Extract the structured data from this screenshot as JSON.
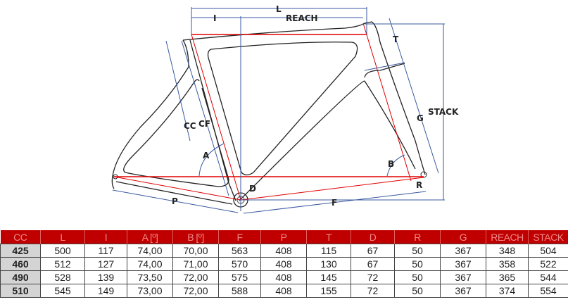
{
  "labels": {
    "L": "L",
    "I": "I",
    "REACH": "REACH",
    "T": "T",
    "STACK": "STACK",
    "G": "G",
    "CC": "CC",
    "CF": "CF",
    "A": "A",
    "B": "B",
    "D": "D",
    "R": "R",
    "P": "P",
    "F": "F"
  },
  "table": {
    "headers": [
      "CC",
      "L",
      "I",
      "A [º]",
      "B [º]",
      "F",
      "P",
      "T",
      "D",
      "R",
      "G",
      "REACH",
      "STACK"
    ],
    "rows": [
      [
        "425",
        "500",
        "117",
        "74,00",
        "70,00",
        "563",
        "408",
        "115",
        "67",
        "50",
        "367",
        "348",
        "504"
      ],
      [
        "460",
        "512",
        "127",
        "74,00",
        "71,00",
        "570",
        "408",
        "130",
        "67",
        "50",
        "367",
        "358",
        "522"
      ],
      [
        "490",
        "528",
        "139",
        "73,50",
        "72,00",
        "575",
        "408",
        "145",
        "72",
        "50",
        "367",
        "365",
        "544"
      ],
      [
        "510",
        "545",
        "149",
        "73,00",
        "72,00",
        "588",
        "408",
        "155",
        "72",
        "50",
        "367",
        "374",
        "554"
      ]
    ]
  },
  "colors": {
    "header_bg": "#c00000",
    "dim_line": "#3a5aa0",
    "red_line": "#e00000"
  }
}
